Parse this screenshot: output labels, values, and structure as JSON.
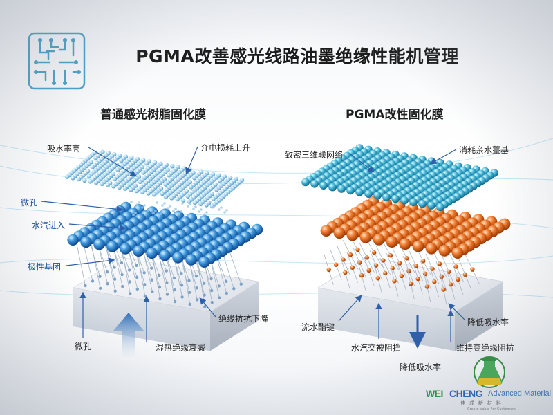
{
  "title": "PGMA改善感光线路油墨绝缘性能机管理",
  "left_panel": {
    "heading": "普通感光树脂固化膜",
    "labels": {
      "absorb_high": "吸水率高",
      "dielectric_up": "介电损耗上升",
      "micropore_top": "微孔",
      "vapor_in": "水汽进入",
      "polar_group": "极性基团",
      "insulation_down": "绝缘抗抗下降",
      "micropore_bottom": "微孔",
      "humid_decay": "湿热绝缘衰减"
    }
  },
  "right_panel": {
    "heading": "PGMA改性固化膜",
    "labels": {
      "dense_network": "致密三维联网络",
      "consume_hydrophilic": "消耗亲水薹基",
      "hydrophobic_ester": "流水酯键",
      "lower_absorb_side": "降低吸水率",
      "vapor_blocked": "水汽交被阻挡",
      "keep_insulation": "维持高绝缘阻抗",
      "lower_absorb_bottom": "降低吸水率"
    }
  },
  "brand": {
    "we": "WEI",
    "cheng": "CHENG",
    "sub": "Advanced Material",
    "cn": "伟成新材料",
    "tagline": "Create Value For Customers"
  },
  "colors": {
    "blue_sphere": "#3b8fd6",
    "cyan_sphere": "#49b6d8",
    "orange_sphere": "#e8742a",
    "substrate": "#e6e9ee",
    "arrow_blue": "#2f6fb8"
  }
}
